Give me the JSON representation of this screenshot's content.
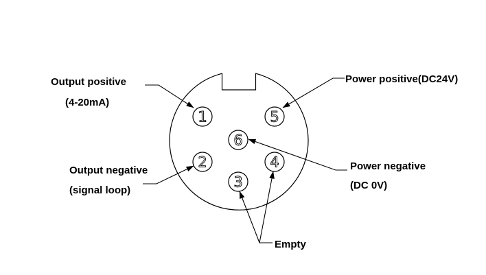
{
  "connector": {
    "pins": [
      {
        "number": "1"
      },
      {
        "number": "2"
      },
      {
        "number": "3"
      },
      {
        "number": "4"
      },
      {
        "number": "5"
      },
      {
        "number": "6"
      }
    ]
  },
  "labels": {
    "output_positive": {
      "line1": "Output positive",
      "line2": "(4-20mA)"
    },
    "output_negative": {
      "line1": "Output negative",
      "line2": "(signal loop)"
    },
    "power_positive": {
      "line1": "Power positive(DC24V)"
    },
    "power_negative": {
      "line1": "Power negative",
      "line2": "(DC 0V)"
    },
    "empty": {
      "line1": "Empty"
    }
  }
}
